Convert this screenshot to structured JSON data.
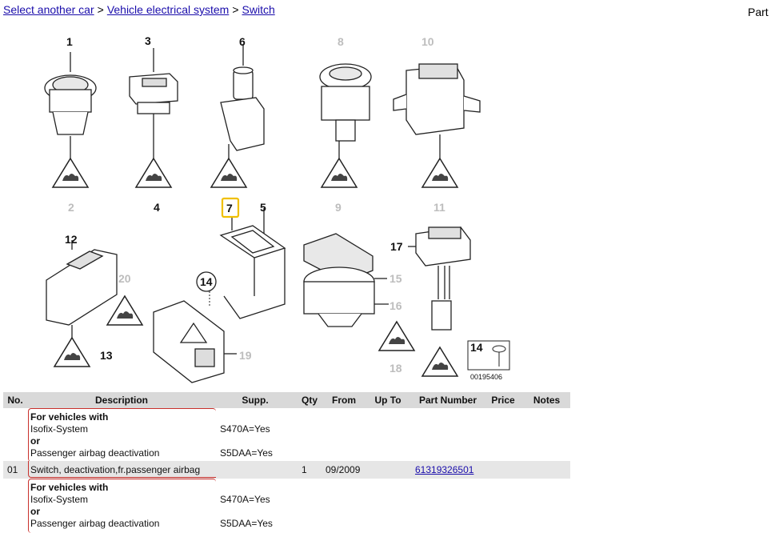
{
  "breadcrumb": {
    "items": [
      "Select another car",
      "Vehicle electrical system",
      "Switch"
    ],
    "separator": ">"
  },
  "side_label": "Part",
  "diagram": {
    "callouts": [
      "1",
      "3",
      "6",
      "8",
      "10",
      "2",
      "4",
      "7",
      "5",
      "9",
      "11",
      "12",
      "20",
      "14",
      "15",
      "16",
      "17",
      "13",
      "19",
      "18",
      "14"
    ],
    "image_code": "00195406",
    "highlighted_callout": "7"
  },
  "table": {
    "headers": [
      "No.",
      "Description",
      "Supp.",
      "Qty",
      "From",
      "Up To",
      "Part Number",
      "Price",
      "Notes"
    ],
    "notes": [
      {
        "lines": [
          {
            "text": "For vehicles with",
            "bold": true,
            "supp": ""
          },
          {
            "text": "Isofix-System",
            "bold": false,
            "supp": "S470A=Yes"
          },
          {
            "text": "or",
            "bold": true,
            "supp": ""
          },
          {
            "text": "Passenger airbag deactivation",
            "bold": false,
            "supp": "S5DAA=Yes"
          }
        ]
      },
      {
        "lines": [
          {
            "text": "For vehicles with",
            "bold": true,
            "supp": ""
          },
          {
            "text": "Isofix-System",
            "bold": false,
            "supp": "S470A=Yes"
          },
          {
            "text": "or",
            "bold": true,
            "supp": ""
          },
          {
            "text": "Passenger airbag deactivation",
            "bold": false,
            "supp": "S5DAA=Yes"
          }
        ]
      }
    ],
    "parts": [
      {
        "no": "01",
        "description": "Switch, deactivation,fr.passenger airbag",
        "qty": "1",
        "from": "09/2009",
        "up_to": "",
        "part_number": "61319326501",
        "price": "",
        "notes": ""
      }
    ]
  },
  "colors": {
    "link": "#1a0dab",
    "header_bg": "#d9d9d9",
    "row_bg": "#e6e6e6",
    "note_border": "#c9302c",
    "highlight": "#f0c000",
    "faded": "#bdbdbd"
  }
}
